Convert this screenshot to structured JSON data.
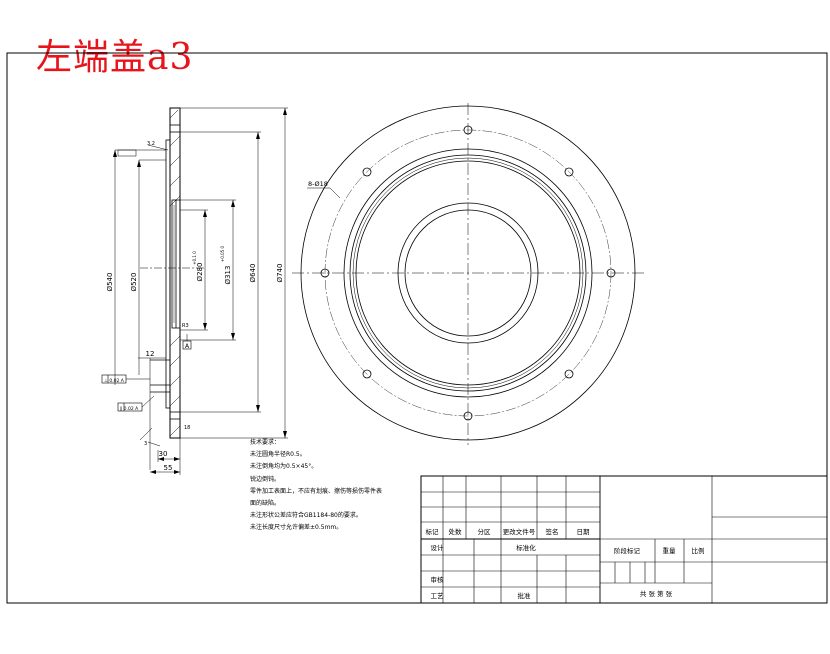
{
  "title": "左端盖a3",
  "dimensions": {
    "d540": "Ø540",
    "d520": "Ø520",
    "d280": "Ø280",
    "d313": "Ø313",
    "d640": "Ø640",
    "d740": "Ø740",
    "len12": "12",
    "len30": "30",
    "len55": "55",
    "holes": "8-Ø18",
    "top_note": "3.2",
    "datum_a": "A",
    "fcf_upper": "⊥ 0.02 A",
    "fcf_lower": "∥ 0.02 A",
    "small_r": "R3",
    "small_s": "3",
    "tol_280": "+0.1\n0",
    "tol_313": "+0.05\n0",
    "side_note": "18"
  },
  "notes": [
    "技术要求：",
    "未注圆角半径R0.5。",
    "未注倒角均为0.5×45°。",
    "锐边倒钝。",
    "零件加工表面上，不应有划痕、擦伤等损伤零件表",
    "面的缺陷。",
    "未注形状公差应符合GB1184-80的要求。",
    "未注长度尺寸允许偏差±0.5mm。"
  ],
  "title_block": {
    "row_labels": [
      "标记",
      "处数",
      "分区",
      "更改文件号",
      "签名",
      "日期"
    ],
    "design": "设计",
    "standardize": "标准化",
    "review": "审核",
    "process": "工艺",
    "approve": "批准",
    "stage_mark": "阶段标记",
    "weight": "重量",
    "scale": "比例",
    "sheets": "共 张   第 张"
  }
}
